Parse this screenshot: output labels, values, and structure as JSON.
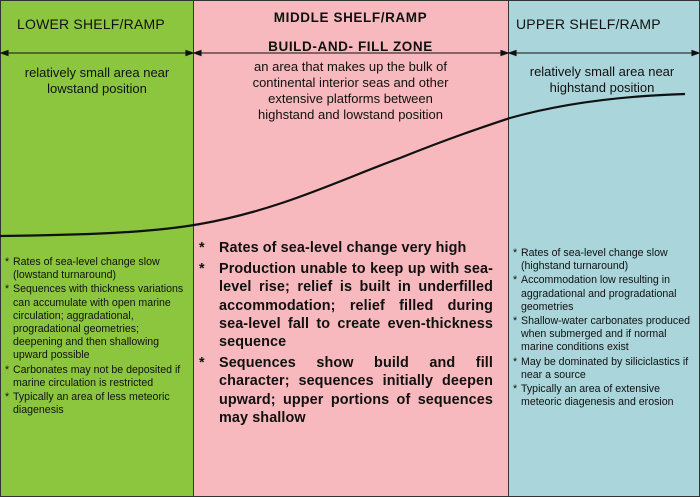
{
  "zones": {
    "lower": {
      "title": "LOWER SHELF/RAMP",
      "description": "relatively small area near lowstand position",
      "bullets": [
        "Rates of sea-level change slow (lowstand turnaround)",
        "Sequences with thickness variations can accumulate with open marine circulation; aggradational, progradational geometries; deepening and then shallowing upward possible",
        "Carbonates may not be deposited if marine circulation is restricted",
        "Typically an area of less meteoric diagenesis"
      ]
    },
    "middle": {
      "title": "MIDDLE SHELF/RAMP",
      "subtitle": "BUILD-AND- FILL ZONE",
      "description": "an area that makes up the bulk of continental interior seas and other extensive platforms between highstand and lowstand position",
      "bullets": [
        "Rates of sea-level change very high",
        "Production unable to keep up with sea-level rise; relief is built in underfilled accommodation; relief filled during sea-level fall to create even-thickness sequence",
        "Sequences show build and fill character; sequences initially deepen upward; upper portions of sequences may shallow"
      ]
    },
    "upper": {
      "title": "UPPER SHELF/RAMP",
      "description": "relatively small area near highstand position",
      "bullets": [
        "Rates of sea-level change slow (highstand turnaround)",
        "Accommodation low resulting in aggradational and progradational geometries",
        "Shallow-water carbonates produced when submerged and if normal marine conditions exist",
        "May be dominated by siliciclastics if near a source",
        "Typically an area of extensive meteoric diagenesis and erosion"
      ]
    }
  },
  "bullet_symbol": "*",
  "colors": {
    "lower": "#8cc63f",
    "middle": "#f7b9bd",
    "upper": "#a9d5db",
    "lines": "#111111"
  }
}
